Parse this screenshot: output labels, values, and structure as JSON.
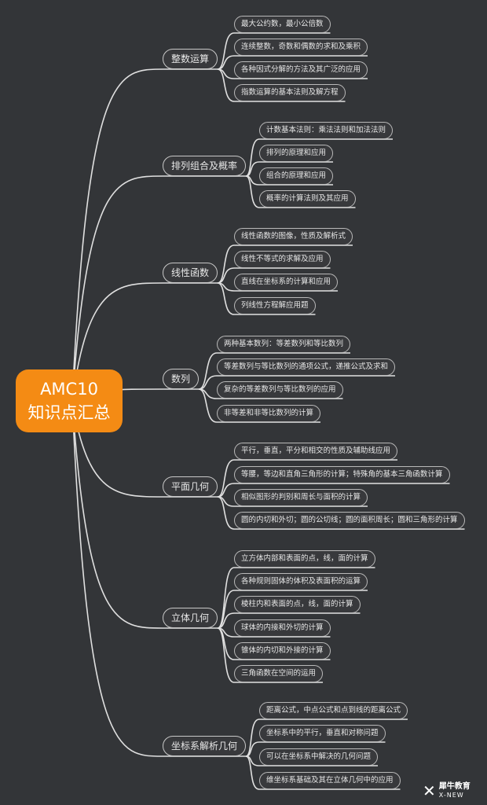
{
  "root": {
    "line1": "AMC10",
    "line2": "知识点汇总"
  },
  "colors": {
    "background": "#333538",
    "root": "#f48b14",
    "edge": "#e0e0e0"
  },
  "branches": [
    {
      "label": "整数运算",
      "leaves": [
        "最大公约数，最小公倍数",
        "连续整数，奇数和偶数的求和及乘积",
        "各种因式分解的方法及其广泛的应用",
        "指数运算的基本法则及解方程"
      ]
    },
    {
      "label": "排列组合及概率",
      "leaves": [
        "计数基本法则：乘法法则和加法法则",
        "排列的原理和应用",
        "组合的原理和应用",
        "概率的计算法则及其应用"
      ]
    },
    {
      "label": "线性函数",
      "leaves": [
        "线性函数的图像，性质及解析式",
        "线性不等式的求解及应用",
        "直线在坐标系的计算和应用",
        "列线性方程解应用题"
      ]
    },
    {
      "label": "数列",
      "leaves": [
        "两种基本数列：等差数列和等比数列",
        "等差数列与等比数列的通项公式，递推公式及求和",
        "复杂的等差数列与等比数列的应用",
        "非等差和非等比数列的计算"
      ]
    },
    {
      "label": "平面几何",
      "leaves": [
        "平行，垂直，平分和相交的性质及辅助线应用",
        "等腰，等边和直角三角形的计算；特殊角的基本三角函数计算",
        "相似图形的判别和周长与面积的计算",
        "圆的内切和外切；圆的公切线；圆的面积周长；圆和三角形的计算"
      ]
    },
    {
      "label": "立体几何",
      "leaves": [
        "立方体内部和表面的点，线，面的计算",
        "各种规则固体的体积及表面积的运算",
        "棱柱内和表面的点，线，面的计算",
        "球体的内接和外切的计算",
        "锥体的内切和外接的计算",
        "三角函数在空间的运用"
      ]
    },
    {
      "label": "坐标系解析几何",
      "leaves": [
        "距离公式，中点公式和点到线的距离公式",
        "坐标系中的平行，垂直和对称问题",
        "可以在坐标系中解决的几何问题",
        "维坐标系基础及其在立体几何中的应用"
      ]
    }
  ],
  "logo": {
    "mark": "✕",
    "cn": "犀牛教育",
    "en": "X-NEW"
  }
}
